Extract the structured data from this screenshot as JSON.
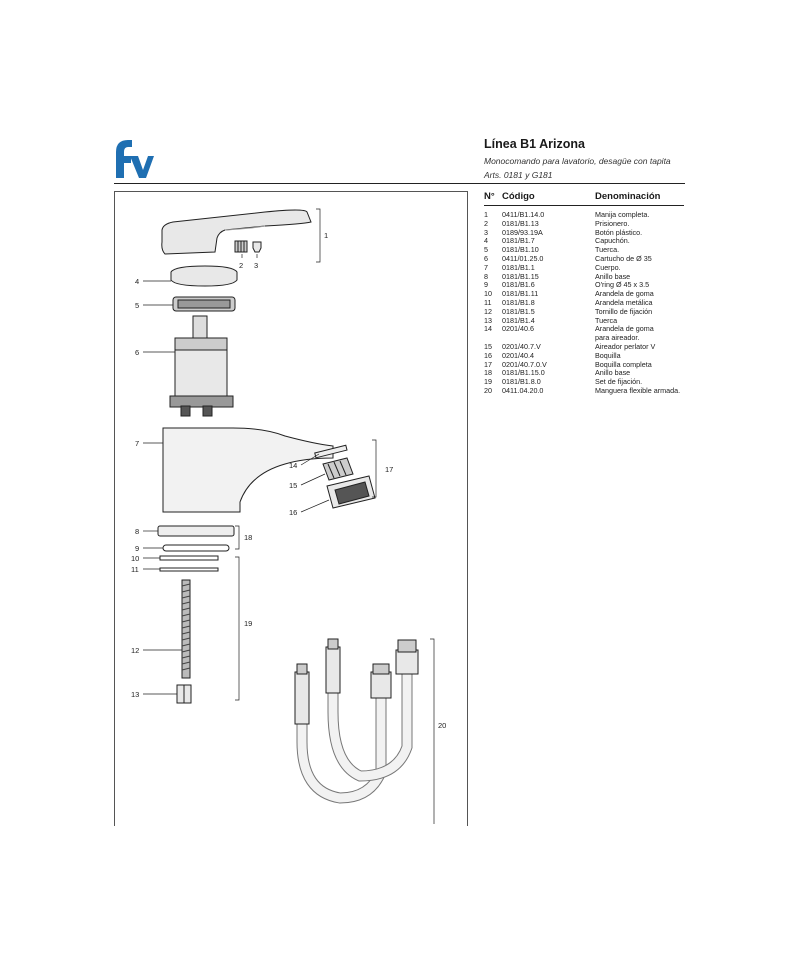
{
  "brand": "fv",
  "title": "Línea B1 Arizona",
  "subtitle": "Monocomando para lavatorio, desagüe con tapita",
  "articles": "Arts. 0181 y G181",
  "table": {
    "headers": {
      "num": "N°",
      "code": "Código",
      "name": "Denominación"
    },
    "rows": [
      {
        "num": "1",
        "code": "0411/B1.14.0",
        "name": "Manija completa."
      },
      {
        "num": "2",
        "code": "0181/B1.13",
        "name": "Prisionero."
      },
      {
        "num": "3",
        "code": "0189/93.19A",
        "name": "Botón plástico."
      },
      {
        "num": "4",
        "code": "0181/B1.7",
        "name": "Capuchón."
      },
      {
        "num": "5",
        "code": "0181/B1.10",
        "name": "Tuerca."
      },
      {
        "num": "6",
        "code": "0411/01.25.0",
        "name": "Cartucho de Ø 35"
      },
      {
        "num": "7",
        "code": "0181/B1.1",
        "name": "Cuerpo."
      },
      {
        "num": "8",
        "code": "0181/B1.15",
        "name": "Anillo base"
      },
      {
        "num": "9",
        "code": "0181/B1.6",
        "name": "O'ring Ø 45 x 3.5"
      },
      {
        "num": "10",
        "code": "0181/B1.11",
        "name": "Arandela de goma"
      },
      {
        "num": "11",
        "code": "0181/B1.8",
        "name": "Arandela metálica"
      },
      {
        "num": "12",
        "code": "0181/B1.5",
        "name": "Tornillo de fijación"
      },
      {
        "num": "13",
        "code": "0181/B1.4",
        "name": "Tuerca"
      },
      {
        "num": "14",
        "code": "0201/40.6",
        "name": "Arandela de goma"
      },
      {
        "num": "",
        "code": "",
        "name": "para aireador."
      },
      {
        "num": "15",
        "code": "0201/40.7.V",
        "name": "Aireador perlator V"
      },
      {
        "num": "16",
        "code": "0201/40.4",
        "name": "Boquilla"
      },
      {
        "num": "17",
        "code": "0201/40.7.0.V",
        "name": "Boquilla completa"
      },
      {
        "num": "18",
        "code": "0181/B1.15.0",
        "name": "Anillo base"
      },
      {
        "num": "19",
        "code": "0181/B1.8.0",
        "name": "Set de fijación."
      },
      {
        "num": "20",
        "code": "0411.04.20.0",
        "name": "Manguera flexible armada."
      }
    ]
  },
  "callouts": [
    "1",
    "2",
    "3",
    "4",
    "5",
    "6",
    "7",
    "8",
    "9",
    "10",
    "11",
    "12",
    "13",
    "14",
    "15",
    "16",
    "17",
    "18",
    "19",
    "20"
  ],
  "colors": {
    "brand_blue": "#1f6fb2",
    "ink": "#1a1a1a",
    "part_gray": "#e8e8e8"
  }
}
